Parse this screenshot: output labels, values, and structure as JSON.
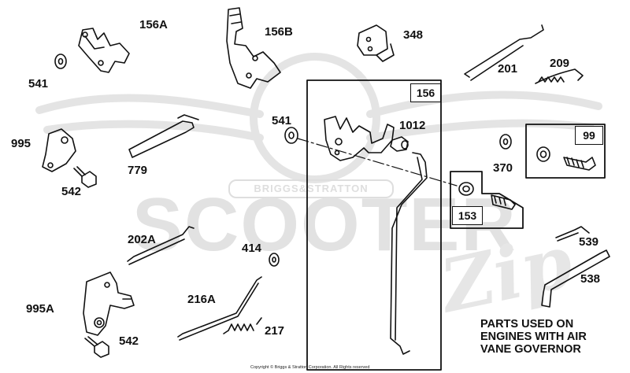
{
  "watermark": {
    "logo_text": "BRIGGS&STRATTON",
    "word": "SCOOTER",
    "script": "Zip"
  },
  "labels": {
    "p156A": "156A",
    "p156B": "156B",
    "p348": "348",
    "p201": "201",
    "p209": "209",
    "p541_top": "541",
    "p541_mid": "541",
    "p1012": "1012",
    "p995": "995",
    "p779": "779",
    "p542_top": "542",
    "p370": "370",
    "p202A": "202A",
    "p414": "414",
    "p539": "539",
    "p538": "538",
    "p995A": "995A",
    "p216A": "216A",
    "p217": "217",
    "p542_bot": "542"
  },
  "boxes": {
    "b156": "156",
    "b153": "153",
    "b99": "99"
  },
  "note": {
    "line1": "PARTS USED ON",
    "line2": "ENGINES WITH AIR",
    "line3": "VANE GOVERNOR"
  },
  "copyright": "Copyright © Briggs & Stratton Corporation. All Rights reserved"
}
